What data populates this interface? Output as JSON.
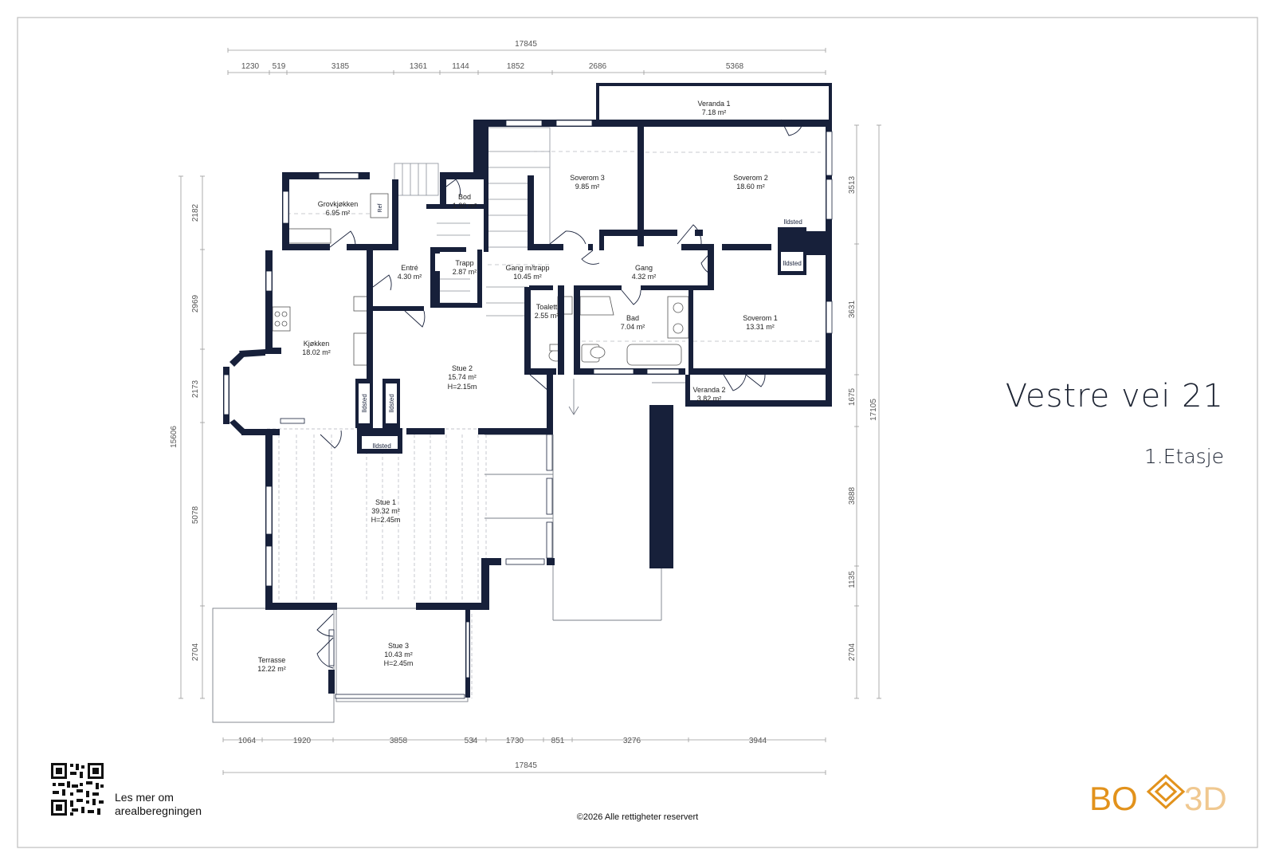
{
  "title": "Vestre vei 21",
  "floor": "1.Etasje",
  "qr_caption": "Les mer om arealberegningen",
  "copyright": "©2026 Alle rettigheter reservert",
  "logo": {
    "left": "BO",
    "right": "3D",
    "color": "#e2921c"
  },
  "colors": {
    "wall": "#17203a",
    "line": "#8a8f99",
    "frame": "#bfbfbf"
  },
  "dims": {
    "top_total": "17845",
    "top": [
      "1230",
      "519",
      "3185",
      "1361",
      "1144",
      "1852",
      "2686",
      "5368"
    ],
    "bottom_total": "17845",
    "bottom": [
      "1064",
      "1920",
      "3858",
      "534",
      "1730",
      "851",
      "3276",
      "3944"
    ],
    "left_total": "15606",
    "left": [
      "2182",
      "2969",
      "2173",
      "5078",
      "2704"
    ],
    "right_total": "17105",
    "right": [
      "3513",
      "3631",
      "1675",
      "3888",
      "1135",
      "2704"
    ]
  },
  "rooms": [
    {
      "name": "Veranda 1",
      "area": "7.18 m²",
      "height": ""
    },
    {
      "name": "Soverom 3",
      "area": "9.85 m²",
      "height": ""
    },
    {
      "name": "Soverom 2",
      "area": "18.60 m²",
      "height": ""
    },
    {
      "name": "Grovkjøkken",
      "area": "6.95 m²",
      "height": ""
    },
    {
      "name": "Bod",
      "area": "1.30 m²",
      "height": ""
    },
    {
      "name": "Entré",
      "area": "4.30 m²",
      "height": ""
    },
    {
      "name": "Trapp",
      "area": "2.87 m²",
      "height": ""
    },
    {
      "name": "Gang m/trapp",
      "area": "10.45 m²",
      "height": ""
    },
    {
      "name": "Gang",
      "area": "4.32 m²",
      "height": ""
    },
    {
      "name": "Toalett",
      "area": "2.55 m²",
      "height": ""
    },
    {
      "name": "Bad",
      "area": "7.04 m²",
      "height": ""
    },
    {
      "name": "Soverom 1",
      "area": "13.31 m²",
      "height": ""
    },
    {
      "name": "Kjøkken",
      "area": "18.02 m²",
      "height": ""
    },
    {
      "name": "Stue 2",
      "area": "15.74 m²",
      "height": "H=2.15m"
    },
    {
      "name": "Veranda 2",
      "area": "3.82 m²",
      "height": ""
    },
    {
      "name": "Stue 1",
      "area": "39.32 m²",
      "height": "H=2.45m"
    },
    {
      "name": "Terrasse",
      "area": "12.22 m²",
      "height": ""
    },
    {
      "name": "Stue 3",
      "area": "10.43 m²",
      "height": "H=2.45m"
    }
  ],
  "labels": {
    "ildsted": "Ildsted",
    "fridge": "Ref"
  }
}
